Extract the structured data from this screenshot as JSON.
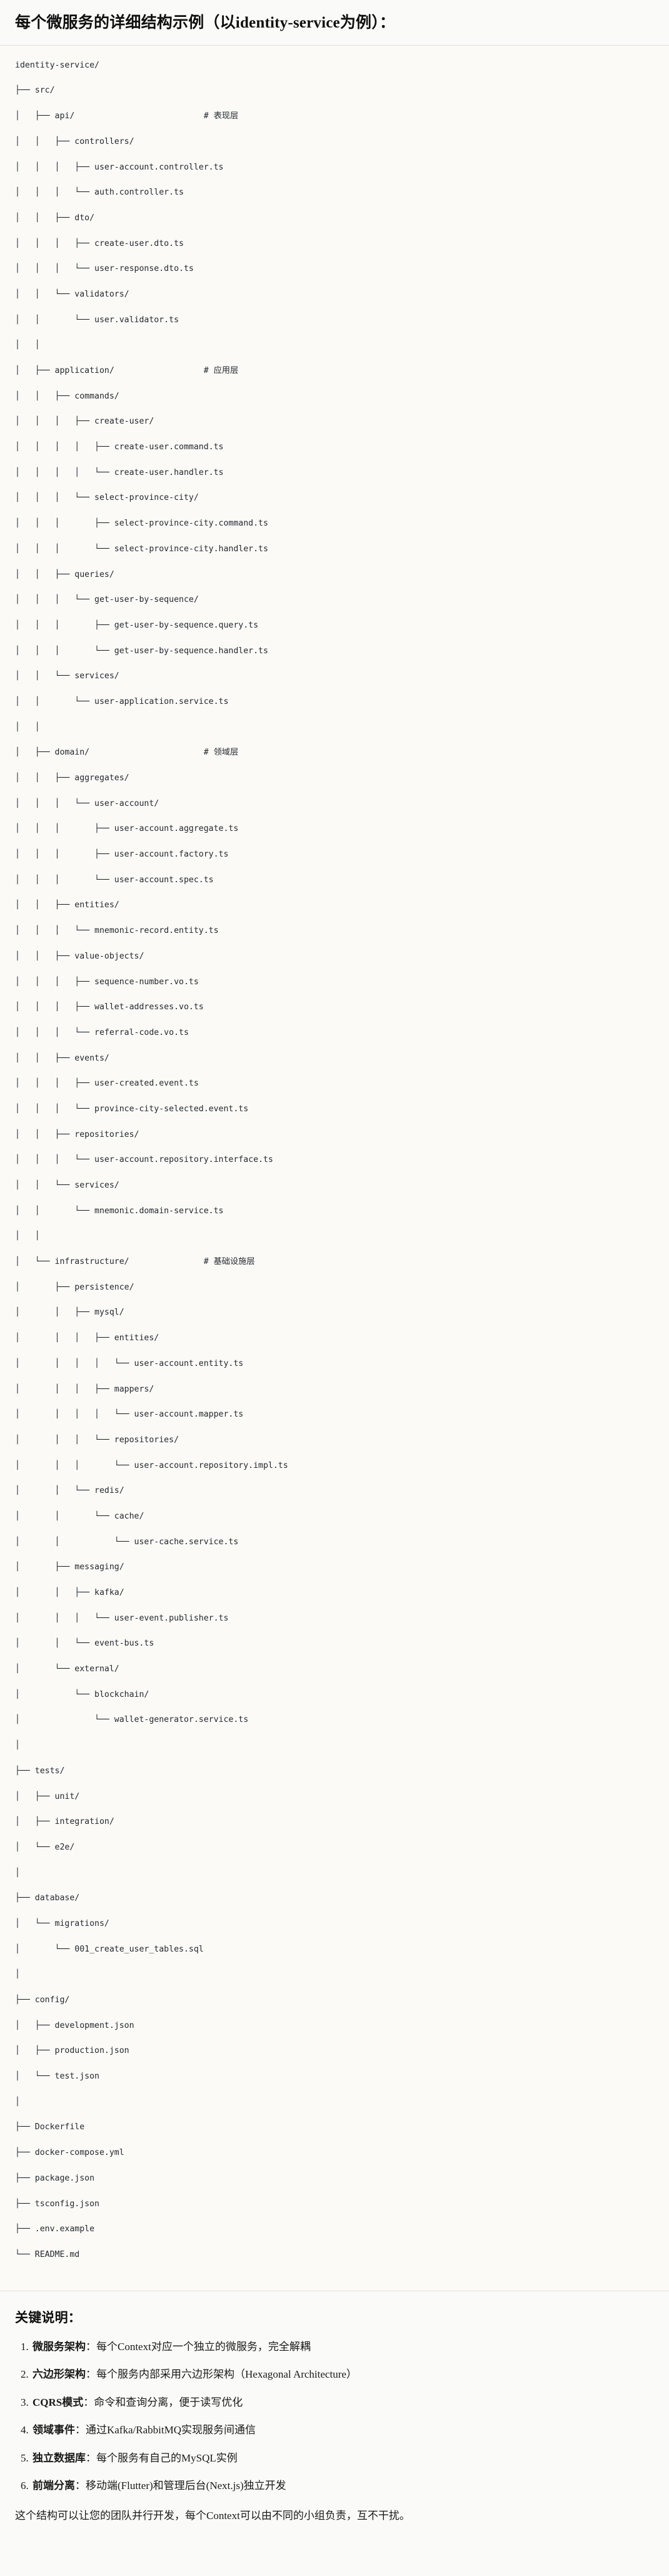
{
  "header": {
    "title": "每个微服务的详细结构示例（以identity-service为例）："
  },
  "tree": {
    "root": "identity-service/",
    "lines": [
      "identity-service/",
      "├── src/",
      "│   ├── api/                          # 表现层",
      "│   │   ├── controllers/",
      "│   │   │   ├── user-account.controller.ts",
      "│   │   │   └── auth.controller.ts",
      "│   │   ├── dto/",
      "│   │   │   ├── create-user.dto.ts",
      "│   │   │   └── user-response.dto.ts",
      "│   │   └── validators/",
      "│   │       └── user.validator.ts",
      "│   │",
      "│   ├── application/                  # 应用层",
      "│   │   ├── commands/",
      "│   │   │   ├── create-user/",
      "│   │   │   │   ├── create-user.command.ts",
      "│   │   │   │   └── create-user.handler.ts",
      "│   │   │   └── select-province-city/",
      "│   │   │       ├── select-province-city.command.ts",
      "│   │   │       └── select-province-city.handler.ts",
      "│   │   ├── queries/",
      "│   │   │   └── get-user-by-sequence/",
      "│   │   │       ├── get-user-by-sequence.query.ts",
      "│   │   │       └── get-user-by-sequence.handler.ts",
      "│   │   └── services/",
      "│   │       └── user-application.service.ts",
      "│   │",
      "│   ├── domain/                       # 领域层",
      "│   │   ├── aggregates/",
      "│   │   │   └── user-account/",
      "│   │   │       ├── user-account.aggregate.ts",
      "│   │   │       ├── user-account.factory.ts",
      "│   │   │       └── user-account.spec.ts",
      "│   │   ├── entities/",
      "│   │   │   └── mnemonic-record.entity.ts",
      "│   │   ├── value-objects/",
      "│   │   │   ├── sequence-number.vo.ts",
      "│   │   │   ├── wallet-addresses.vo.ts",
      "│   │   │   └── referral-code.vo.ts",
      "│   │   ├── events/",
      "│   │   │   ├── user-created.event.ts",
      "│   │   │   └── province-city-selected.event.ts",
      "│   │   ├── repositories/",
      "│   │   │   └── user-account.repository.interface.ts",
      "│   │   └── services/",
      "│   │       └── mnemonic.domain-service.ts",
      "│   │",
      "│   └── infrastructure/               # 基础设施层",
      "│       ├── persistence/",
      "│       │   ├── mysql/",
      "│       │   │   ├── entities/",
      "│       │   │   │   └── user-account.entity.ts",
      "│       │   │   ├── mappers/",
      "│       │   │   │   └── user-account.mapper.ts",
      "│       │   │   └── repositories/",
      "│       │   │       └── user-account.repository.impl.ts",
      "│       │   └── redis/",
      "│       │       └── cache/",
      "│       │           └── user-cache.service.ts",
      "│       ├── messaging/",
      "│       │   ├── kafka/",
      "│       │   │   └── user-event.publisher.ts",
      "│       │   └── event-bus.ts",
      "│       └── external/",
      "│           └── blockchain/",
      "│               └── wallet-generator.service.ts",
      "│",
      "├── tests/",
      "│   ├── unit/",
      "│   ├── integration/",
      "│   └── e2e/",
      "│",
      "├── database/",
      "│   └── migrations/",
      "│       └── 001_create_user_tables.sql",
      "│",
      "├── config/",
      "│   ├── development.json",
      "│   ├── production.json",
      "│   └── test.json",
      "│",
      "├── Dockerfile",
      "├── docker-compose.yml",
      "├── package.json",
      "├── tsconfig.json",
      "├── .env.example",
      "└── README.md"
    ],
    "layer_comments": [
      "# 表现层",
      "# 应用层",
      "# 领域层",
      "# 基础设施层"
    ]
  },
  "notes": {
    "heading": "关键说明：",
    "items": [
      {
        "term": "微服务架构",
        "desc": "：每个Context对应一个独立的微服务，完全解耦"
      },
      {
        "term": "六边形架构",
        "desc": "：每个服务内部采用六边形架构（Hexagonal Architecture）"
      },
      {
        "term": "CQRS模式",
        "desc": "：命令和查询分离，便于读写优化"
      },
      {
        "term": "领域事件",
        "desc": "：通过Kafka/RabbitMQ实现服务间通信"
      },
      {
        "term": "独立数据库",
        "desc": "：每个服务有自己的MySQL实例"
      },
      {
        "term": "前端分离",
        "desc": "：移动端(Flutter)和管理后台(Next.js)独立开发"
      }
    ],
    "closing": "这个结构可以让您的团队并行开发，每个Context可以由不同的小组负责，互不干扰。"
  },
  "colors": {
    "page_bg": "#fafaf8",
    "code_bg": "#fbfaf7",
    "code_text": "#24292f",
    "rule": "#e3e1dc",
    "text": "#1a1a1a"
  }
}
